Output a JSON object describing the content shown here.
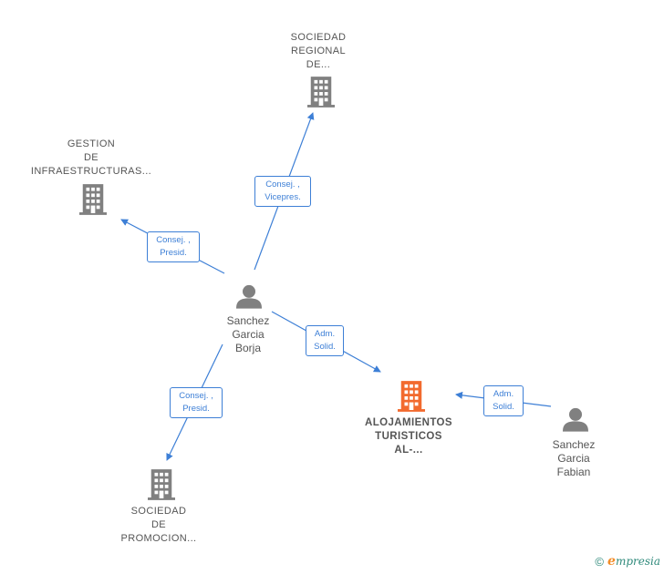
{
  "nodes": {
    "sociedad_regional": {
      "lines": [
        "SOCIEDAD",
        "REGIONAL",
        "DE..."
      ]
    },
    "gestion": {
      "lines": [
        "GESTION",
        "DE",
        "INFRAESTRUCTURAS..."
      ]
    },
    "sanchez_borja": {
      "lines": [
        "Sanchez",
        "Garcia",
        "Borja"
      ]
    },
    "alojamientos": {
      "lines": [
        "ALOJAMIENTOS",
        "TURISTICOS",
        "AL-..."
      ]
    },
    "sanchez_fabian": {
      "lines": [
        "Sanchez",
        "Garcia",
        "Fabian"
      ]
    },
    "sociedad_promocion": {
      "lines": [
        "SOCIEDAD",
        "DE",
        "PROMOCION..."
      ]
    }
  },
  "edges": {
    "borja_regional": {
      "lines": [
        "Consej. ,",
        "Vicepres."
      ]
    },
    "borja_gestion": {
      "lines": [
        "Consej. ,",
        "Presid."
      ]
    },
    "borja_alojamientos": {
      "lines": [
        "Adm.",
        "Solid."
      ]
    },
    "fabian_alojamientos": {
      "lines": [
        "Adm.",
        "Solid."
      ]
    },
    "borja_promocion": {
      "lines": [
        "Consej. ,",
        "Presid."
      ]
    }
  },
  "colors": {
    "edge": "#3d7fd6",
    "company": "#808080",
    "highlight": "#f26a2e",
    "person": "#808080"
  },
  "footer": {
    "copyright": "©",
    "brand_initial": "e",
    "brand_rest": "mpresia"
  }
}
